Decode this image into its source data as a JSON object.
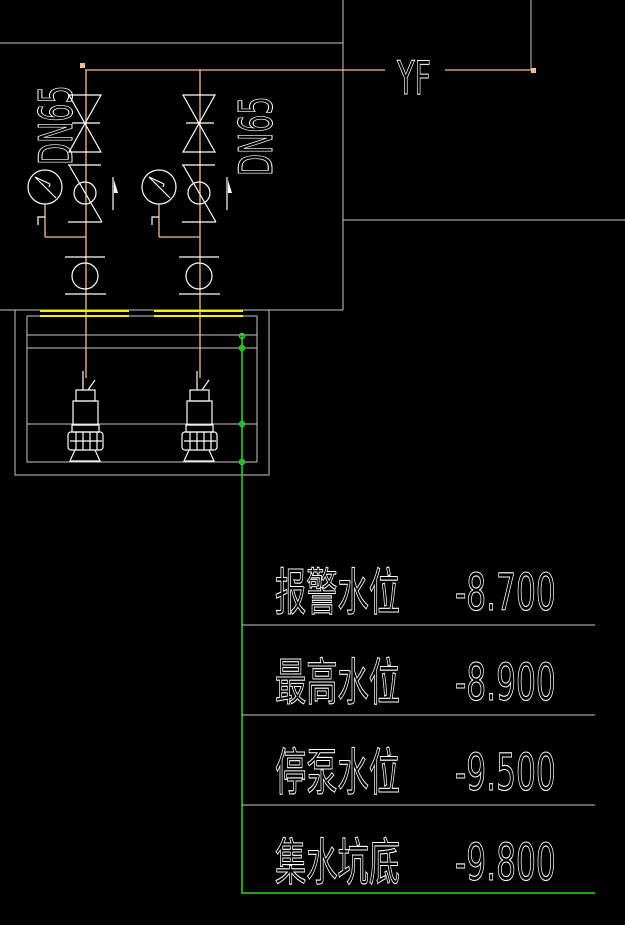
{
  "diagram": {
    "pipe_label": "YF",
    "pipe_size_left": "DN65",
    "pipe_size_right": "DN65",
    "levels": [
      {
        "name": "报警水位",
        "value": "-8.700"
      },
      {
        "name": "最高水位",
        "value": "-8.900"
      },
      {
        "name": "停泵水位",
        "value": "-9.500"
      },
      {
        "name": "集水坑底",
        "value": "-9.800"
      }
    ],
    "colors": {
      "background": "#000000",
      "pipe": "#f5c08a",
      "level_line": "#22dd22",
      "cover": "#ffee00",
      "lines": "#ffffff"
    }
  }
}
